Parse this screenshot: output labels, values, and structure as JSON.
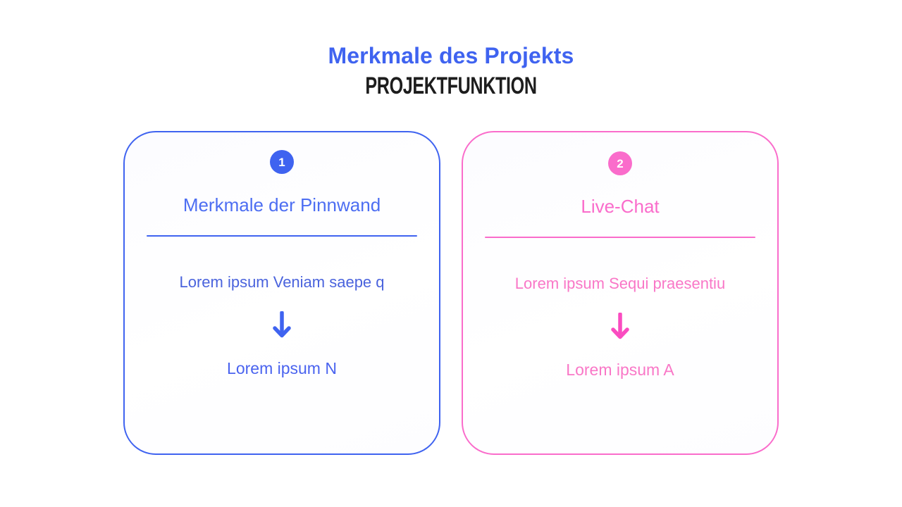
{
  "header": {
    "title": "Merkmale des Projekts",
    "subtitle": "PROJEKTFUNKTION",
    "title_color": "#3f63f0",
    "subtitle_color": "#1d1d1d"
  },
  "cards": [
    {
      "badge": "1",
      "title": "Merkmale der Pinnwand",
      "body_top": "Lorem ipsum Veniam saepe q",
      "body_bottom": "Lorem ipsum N",
      "accent_color": "#3f63f0",
      "arrow_icon": "arrow-down-icon"
    },
    {
      "badge": "2",
      "title": "Live-Chat",
      "body_top": "Lorem ipsum Sequi praesentiu",
      "body_bottom": "Lorem ipsum A",
      "accent_color": "#fa6ccb",
      "arrow_icon": "arrow-down-icon"
    }
  ]
}
